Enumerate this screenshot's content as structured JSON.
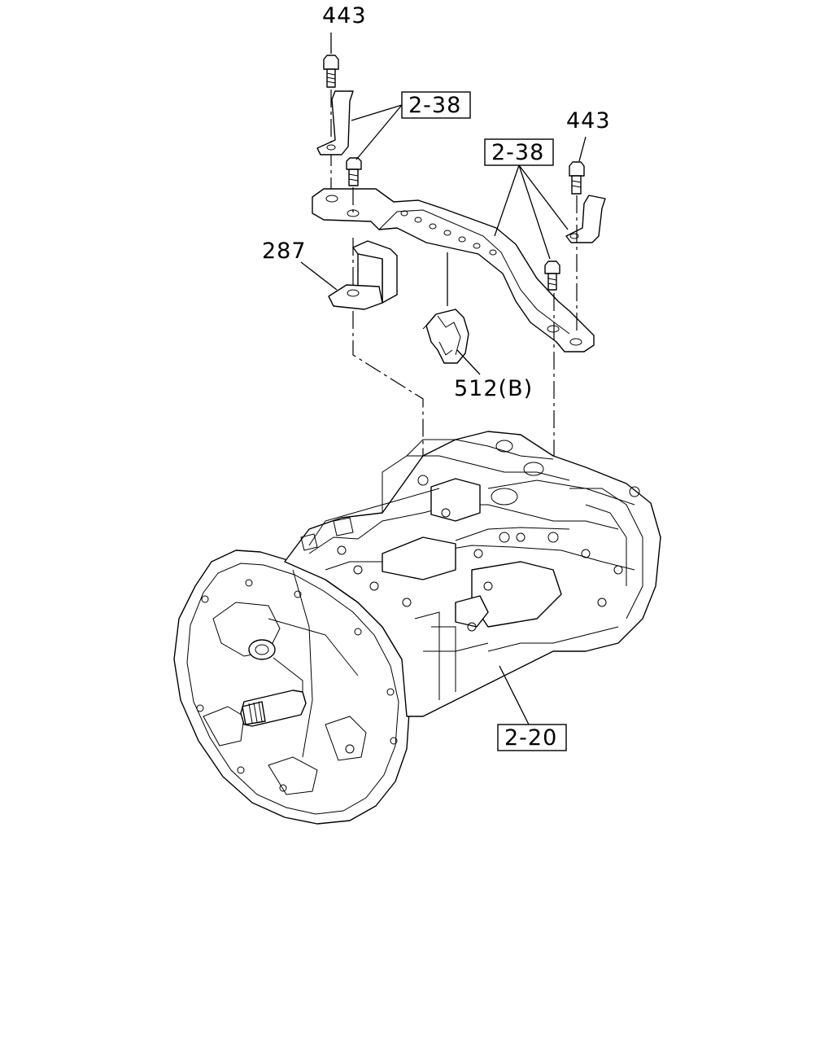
{
  "callouts": {
    "bolt_left": "443",
    "bolt_right": "443",
    "ref_bracket_left": "2-38",
    "ref_bracket_right": "2-38",
    "stopper": "287",
    "clip": "512(B)",
    "ref_transmission": "2-20"
  }
}
